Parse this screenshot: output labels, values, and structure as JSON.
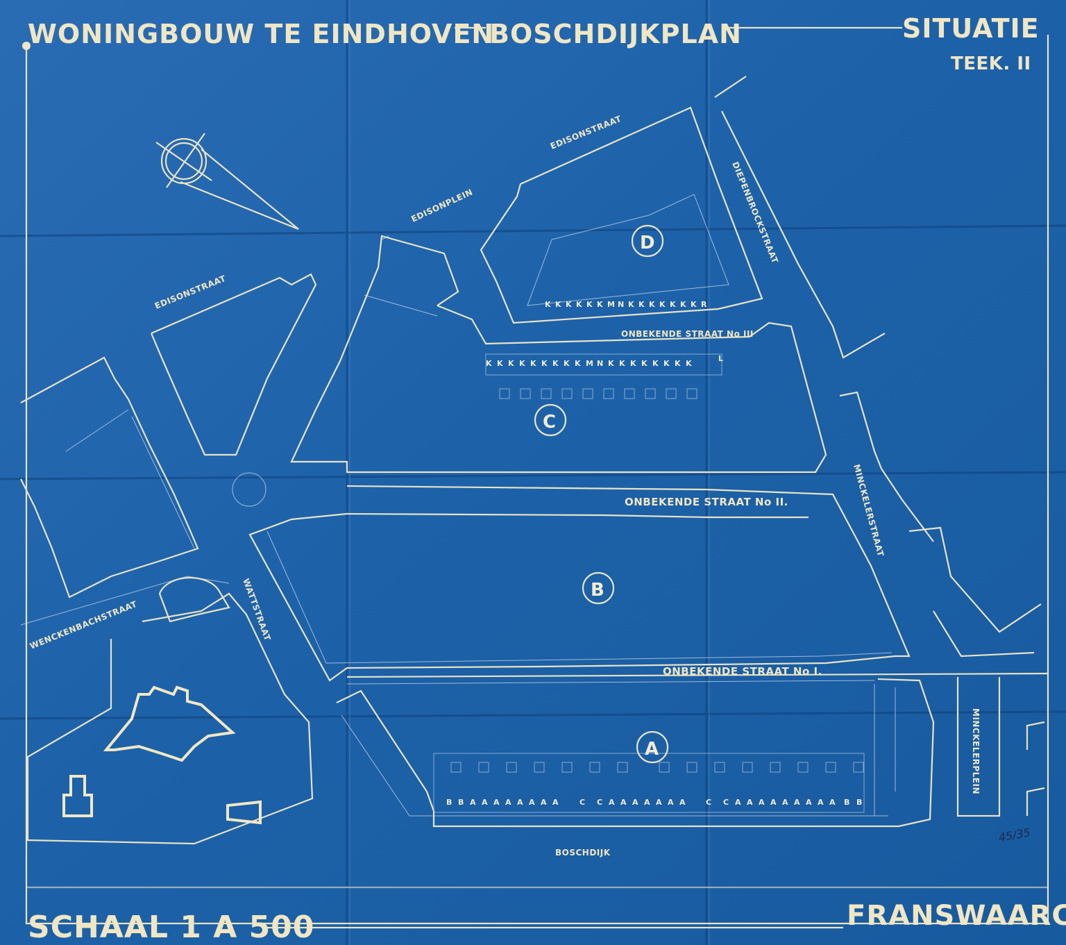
{
  "header": {
    "title_left": "WONINGBOUW TE EINDHOVEN",
    "title_center": "BOSCHDIJKPLAN",
    "sheet_type": "SITUATIE",
    "drawing_number": "TEEK. II"
  },
  "footer": {
    "scale": "SCHAAL 1 A 500",
    "architect": "FRANSWAARCH"
  },
  "streets": {
    "edisonstraat_top": "EDISONSTRAAT",
    "edisonplein": "EDISONPLEIN",
    "edisonstraat_left": "EDISONSTRAAT",
    "right_diagonal": "DIEPENBROCKSTRAAT",
    "onbekende_3": "ONBEKENDE STRAAT No III",
    "onbekende_2": "ONBEKENDE STRAAT No II.",
    "onbekende_1": "ONBEKENDE STRAAT No I.",
    "wattstraat": "WATTSTRAAT",
    "wenckenbachstraat": "WENCKENBACHSTRAAT",
    "mincklerstraat": "MINCKELERSTRAAT",
    "minckelerplein": "MINCKELERPLEIN",
    "boschdijk": "BOSCHDIJK"
  },
  "blocks": {
    "a": "A",
    "b": "B",
    "c": "C",
    "d": "D"
  },
  "house_codes": {
    "block_a_row": [
      "B",
      "B",
      "A",
      "A",
      "A",
      "A",
      "A",
      "A",
      "A",
      "A",
      "C",
      "C",
      "A",
      "A",
      "A",
      "A",
      "A",
      "A",
      "A",
      "C",
      "C",
      "A",
      "A",
      "A",
      "A",
      "A",
      "A",
      "A",
      "A",
      "A",
      "B",
      "B"
    ],
    "block_c_row": [
      "K",
      "K",
      "K",
      "K",
      "K",
      "K",
      "K",
      "K",
      "K",
      "M",
      "N",
      "K",
      "K",
      "K",
      "K",
      "K",
      "K",
      "K",
      "K",
      "L"
    ],
    "block_d_row": [
      "K",
      "K",
      "K",
      "K",
      "K",
      "K",
      "M",
      "N",
      "K",
      "K",
      "K",
      "K",
      "K",
      "K",
      "K",
      "R"
    ]
  },
  "annotation": "45/35",
  "colors": {
    "paper_blue": "#1f64a8",
    "line_cream": "#f0e6c4",
    "background_tan": "#b88a3a"
  }
}
